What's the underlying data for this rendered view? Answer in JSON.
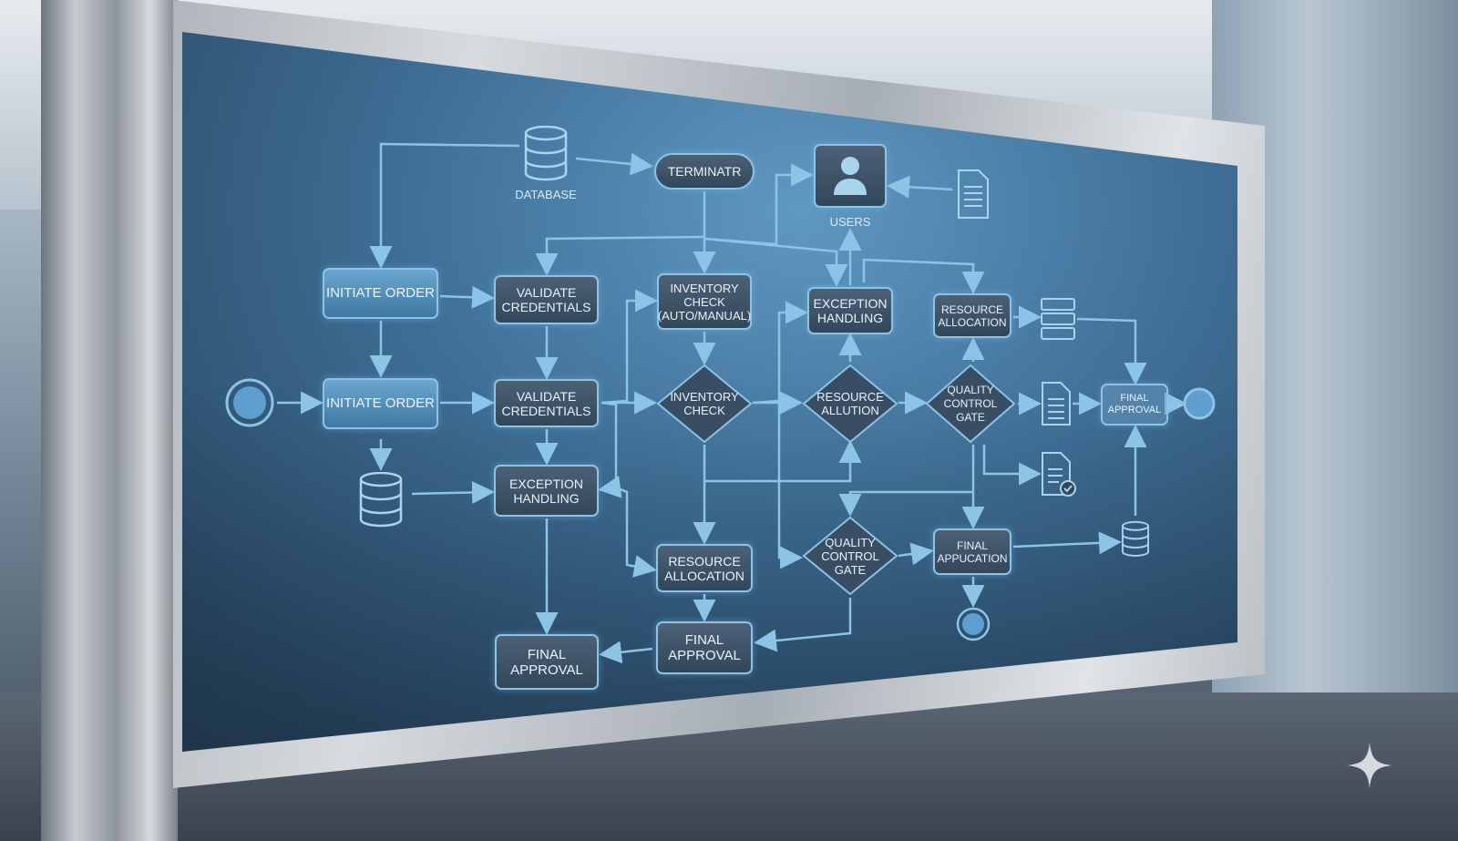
{
  "diagram": {
    "top": {
      "database_label": "DATABASE",
      "terminator": "TERMINATR",
      "users_label": "USERS"
    },
    "row1": {
      "initiate_order": "INITIATE ORDER",
      "validate_credentials": "VALIDATE CREDENTIALS",
      "inventory_check": "INVENTORY CHECK (AUTO/MANUAL)",
      "exception_handling": "EXCEPTION HANDLING",
      "resource_allocation": "RESOURCE ALLOCATION"
    },
    "row2": {
      "initiate_order": "INITIATE ORDER",
      "validate_credentials": "VALIDATE CREDENTIALS",
      "inventory_check": "INVENTORY CHECK",
      "resource_allution": "RESOURCE ALLUTION",
      "quality_control_gate": "QUALITY CONTROL GATE",
      "final_approval": "FINAL APPROVAL"
    },
    "row3": {
      "exception_handling": "EXCEPTION HANDLING",
      "resource_allocation": "RESOURCE ALLOCATION",
      "quality_control_gate": "QUALITY CONTROL GATE",
      "final_application": "FINAL APPUCATION"
    },
    "row4": {
      "final_approval_left": "FINAL APPROVAL",
      "final_approval_mid": "FINAL APPROVAL"
    },
    "colors": {
      "line": "#8cc4e6",
      "node": "#3d5166",
      "accent": "#6aa6cf"
    }
  }
}
